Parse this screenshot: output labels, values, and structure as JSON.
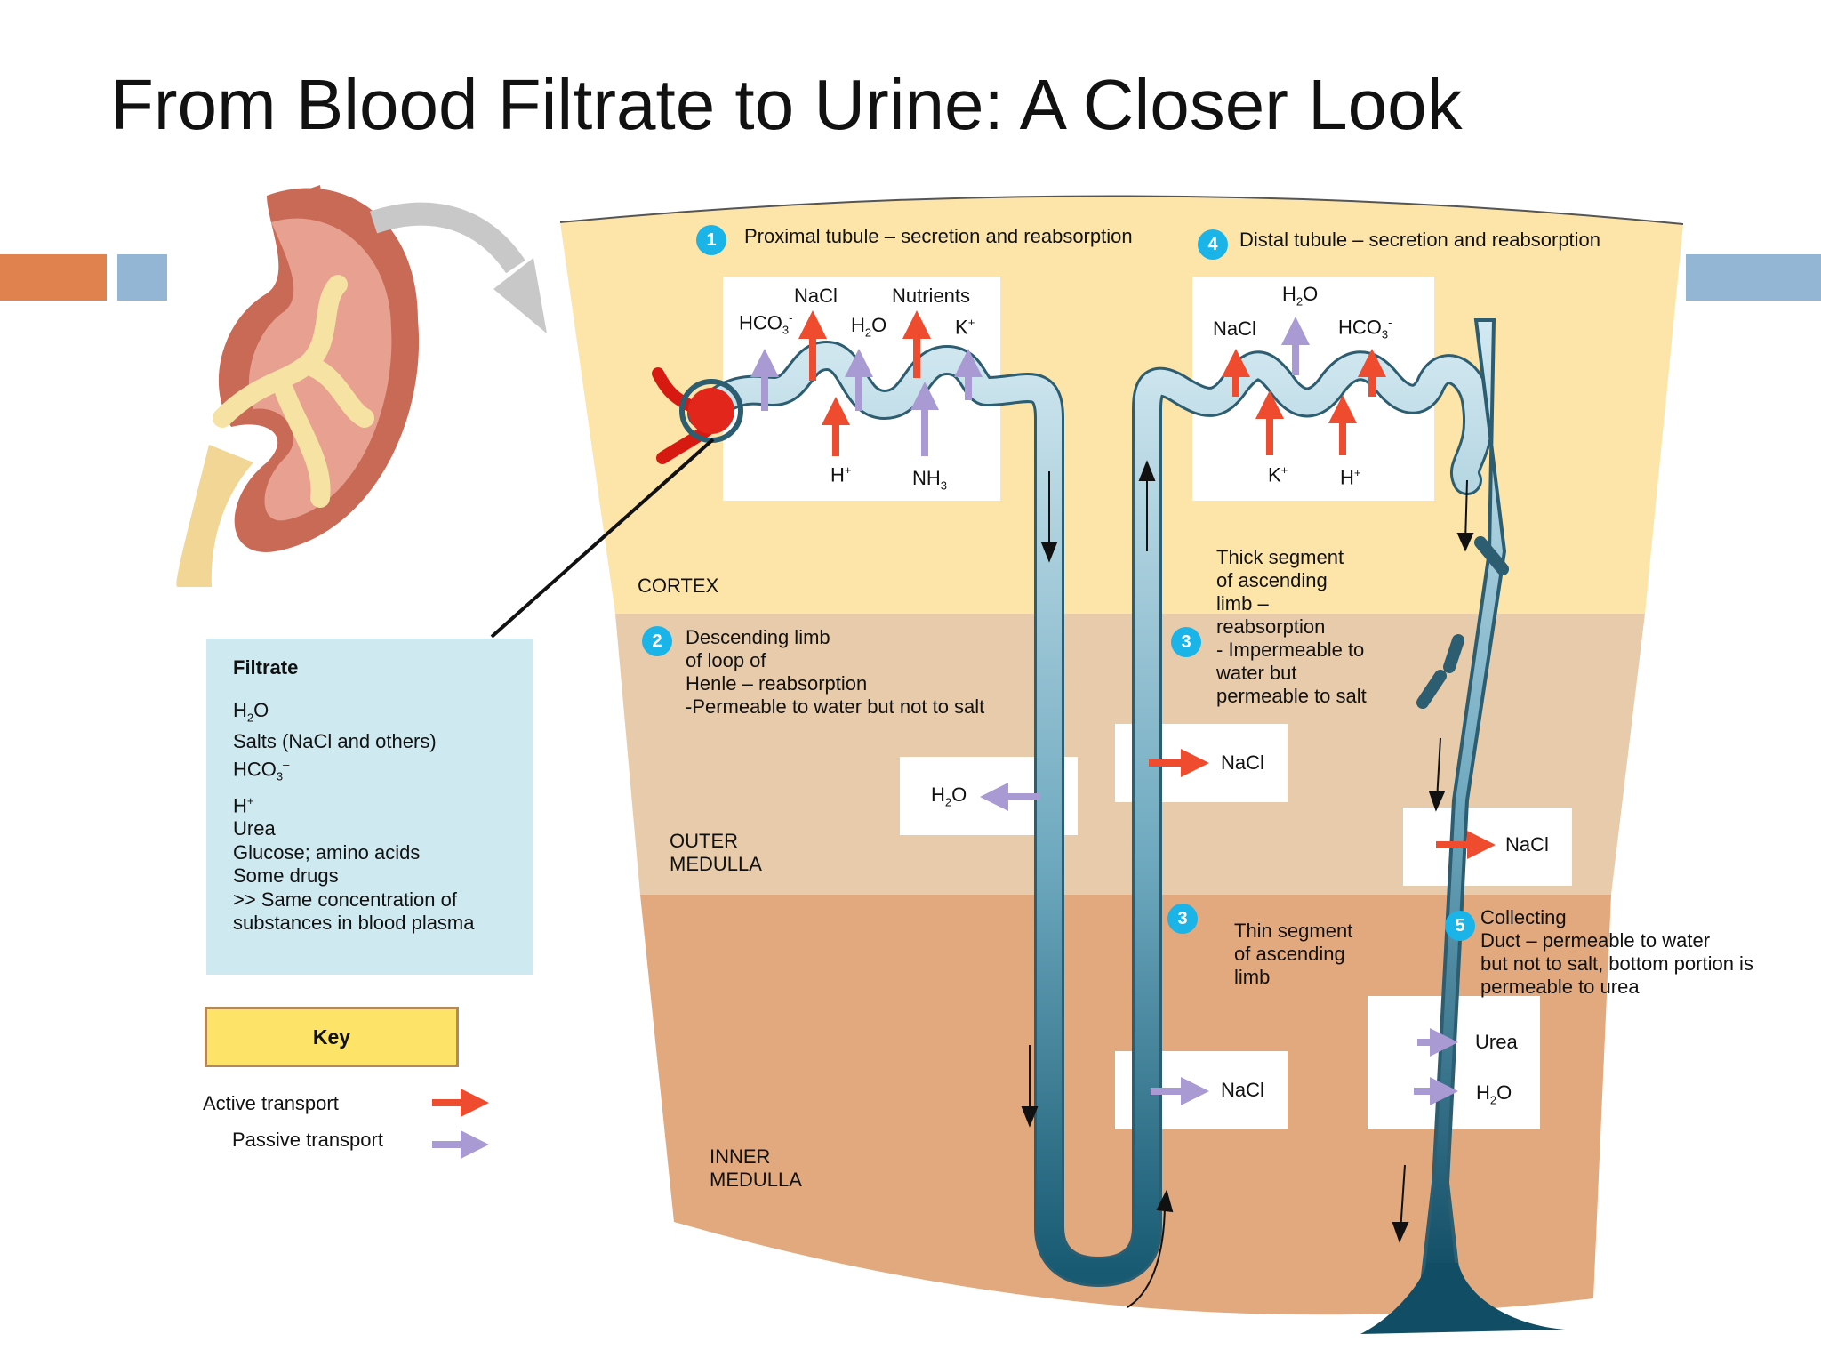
{
  "title": "From Blood Filtrate to Urine: A Closer Look",
  "regions": {
    "cortex": "CORTEX",
    "outer_medulla": [
      "OUTER",
      "MEDULLA"
    ],
    "inner_medulla": [
      "INNER",
      "MEDULLA"
    ]
  },
  "steps": [
    {
      "num": "1",
      "text": "Proximal tubule – secretion and reabsorption"
    },
    {
      "num": "2",
      "lines": [
        "Descending limb",
        "of loop of",
        "Henle – reabsorption",
        "-Permeable to water but not to salt"
      ]
    },
    {
      "num": "3",
      "lines": [
        "Thick segment",
        "of ascending",
        "limb  –",
        "reabsorption",
        "- Impermeable to",
        "water but",
        "permeable to salt"
      ]
    },
    {
      "num": "3",
      "lines": [
        "Thin segment",
        "of ascending",
        "limb"
      ]
    },
    {
      "num": "4",
      "text": "Distal tubule – secretion and reabsorption"
    },
    {
      "num": "5",
      "lines": [
        "Collecting",
        "Duct – permeable to water",
        "but not to salt, bottom portion is",
        "permeable to urea"
      ]
    }
  ],
  "proximal_labels": {
    "nacl": "NaCl",
    "nutrients": "Nutrients",
    "hco3": "HCO",
    "h2o": "H",
    "k": "K",
    "h": "H",
    "nh3": "NH"
  },
  "distal_labels": {
    "h2o": "H",
    "nacl": "NaCl",
    "hco3": "HCO",
    "k": "K",
    "h": "H"
  },
  "exchange_labels": {
    "h2o_outer": "H",
    "nacl_thick": "NaCl",
    "nacl_collecting": "NaCl",
    "nacl_thin": "NaCl",
    "urea": "Urea",
    "h2o_collecting": "H"
  },
  "filtrate": {
    "title": "Filtrate",
    "items": [
      "H2O",
      "Salts (NaCl and others)",
      "HCO3–",
      "H+",
      "Urea",
      "Glucose; amino acids",
      "Some drugs",
      ">> Same concentration of",
      "substances in blood plasma"
    ]
  },
  "key": {
    "title": "Key",
    "active": "Active transport",
    "passive": "Passive transport"
  },
  "colors": {
    "cortex": "#fde4a8",
    "outer_medulla": "#e8cbaa",
    "inner_medulla": "#e2a87e",
    "active_arrow": "#ef4b2f",
    "passive_arrow": "#a99ad4",
    "badge": "#1ab4e8",
    "slide_orange": "#e0824e",
    "slide_blue": "#92b6d3"
  }
}
